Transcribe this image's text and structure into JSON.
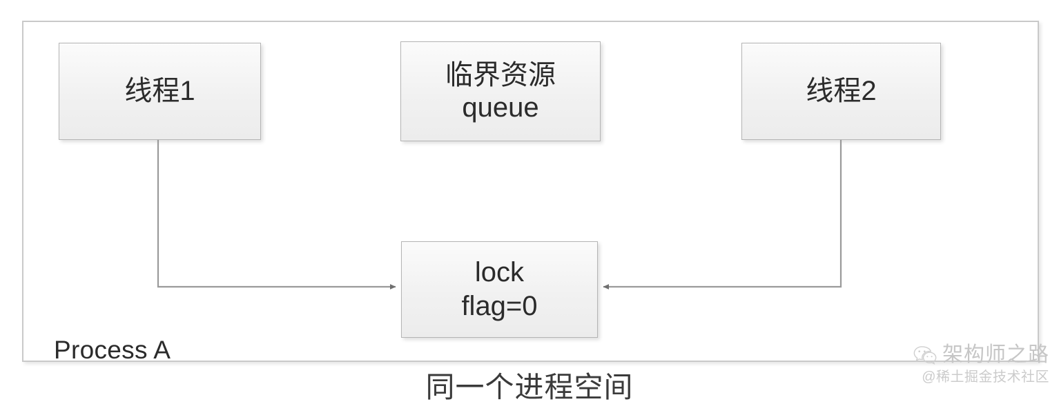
{
  "diagram": {
    "container": {
      "name": "process-a-container",
      "label": "Process A",
      "border_color": "#c9c9c9",
      "fill_color": "#ffffff"
    },
    "caption": "同一个进程空间",
    "node_fill_color": "#f1f1f1",
    "node_border_color": "#b4b4b4",
    "text_color": "#2b2b2b",
    "nodes": {
      "thread1": {
        "label": "线程1"
      },
      "queue": {
        "line1": "临界资源",
        "line2": "queue"
      },
      "thread2": {
        "label": "线程2"
      },
      "lock": {
        "line1": "lock",
        "line2": "flag=0"
      }
    },
    "connectors": [
      {
        "name": "thread1-to-lock",
        "from": "thread1",
        "to": "lock",
        "arrow": "to-lock-left"
      },
      {
        "name": "thread2-to-lock",
        "from": "thread2",
        "to": "lock",
        "arrow": "to-lock-right"
      }
    ],
    "connector_color": "#9a9a9a"
  },
  "watermark": {
    "icon": "wechat-icon",
    "title": "架构师之路",
    "subtitle": "@稀土掘金技术社区",
    "color": "#cbcbcb"
  }
}
